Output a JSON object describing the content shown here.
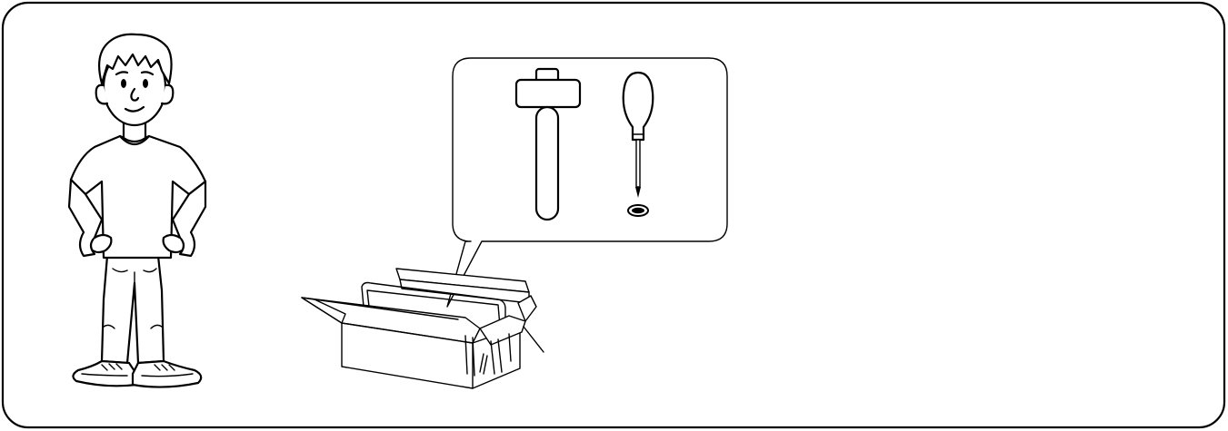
{
  "illustration": {
    "panel": "instruction-panel",
    "figures": [
      "person",
      "toolbox",
      "callout"
    ],
    "tools": [
      "hammer-icon",
      "screwdriver-icon",
      "screw-icon"
    ],
    "colors": {
      "line": "#000000",
      "background": "#ffffff"
    }
  }
}
